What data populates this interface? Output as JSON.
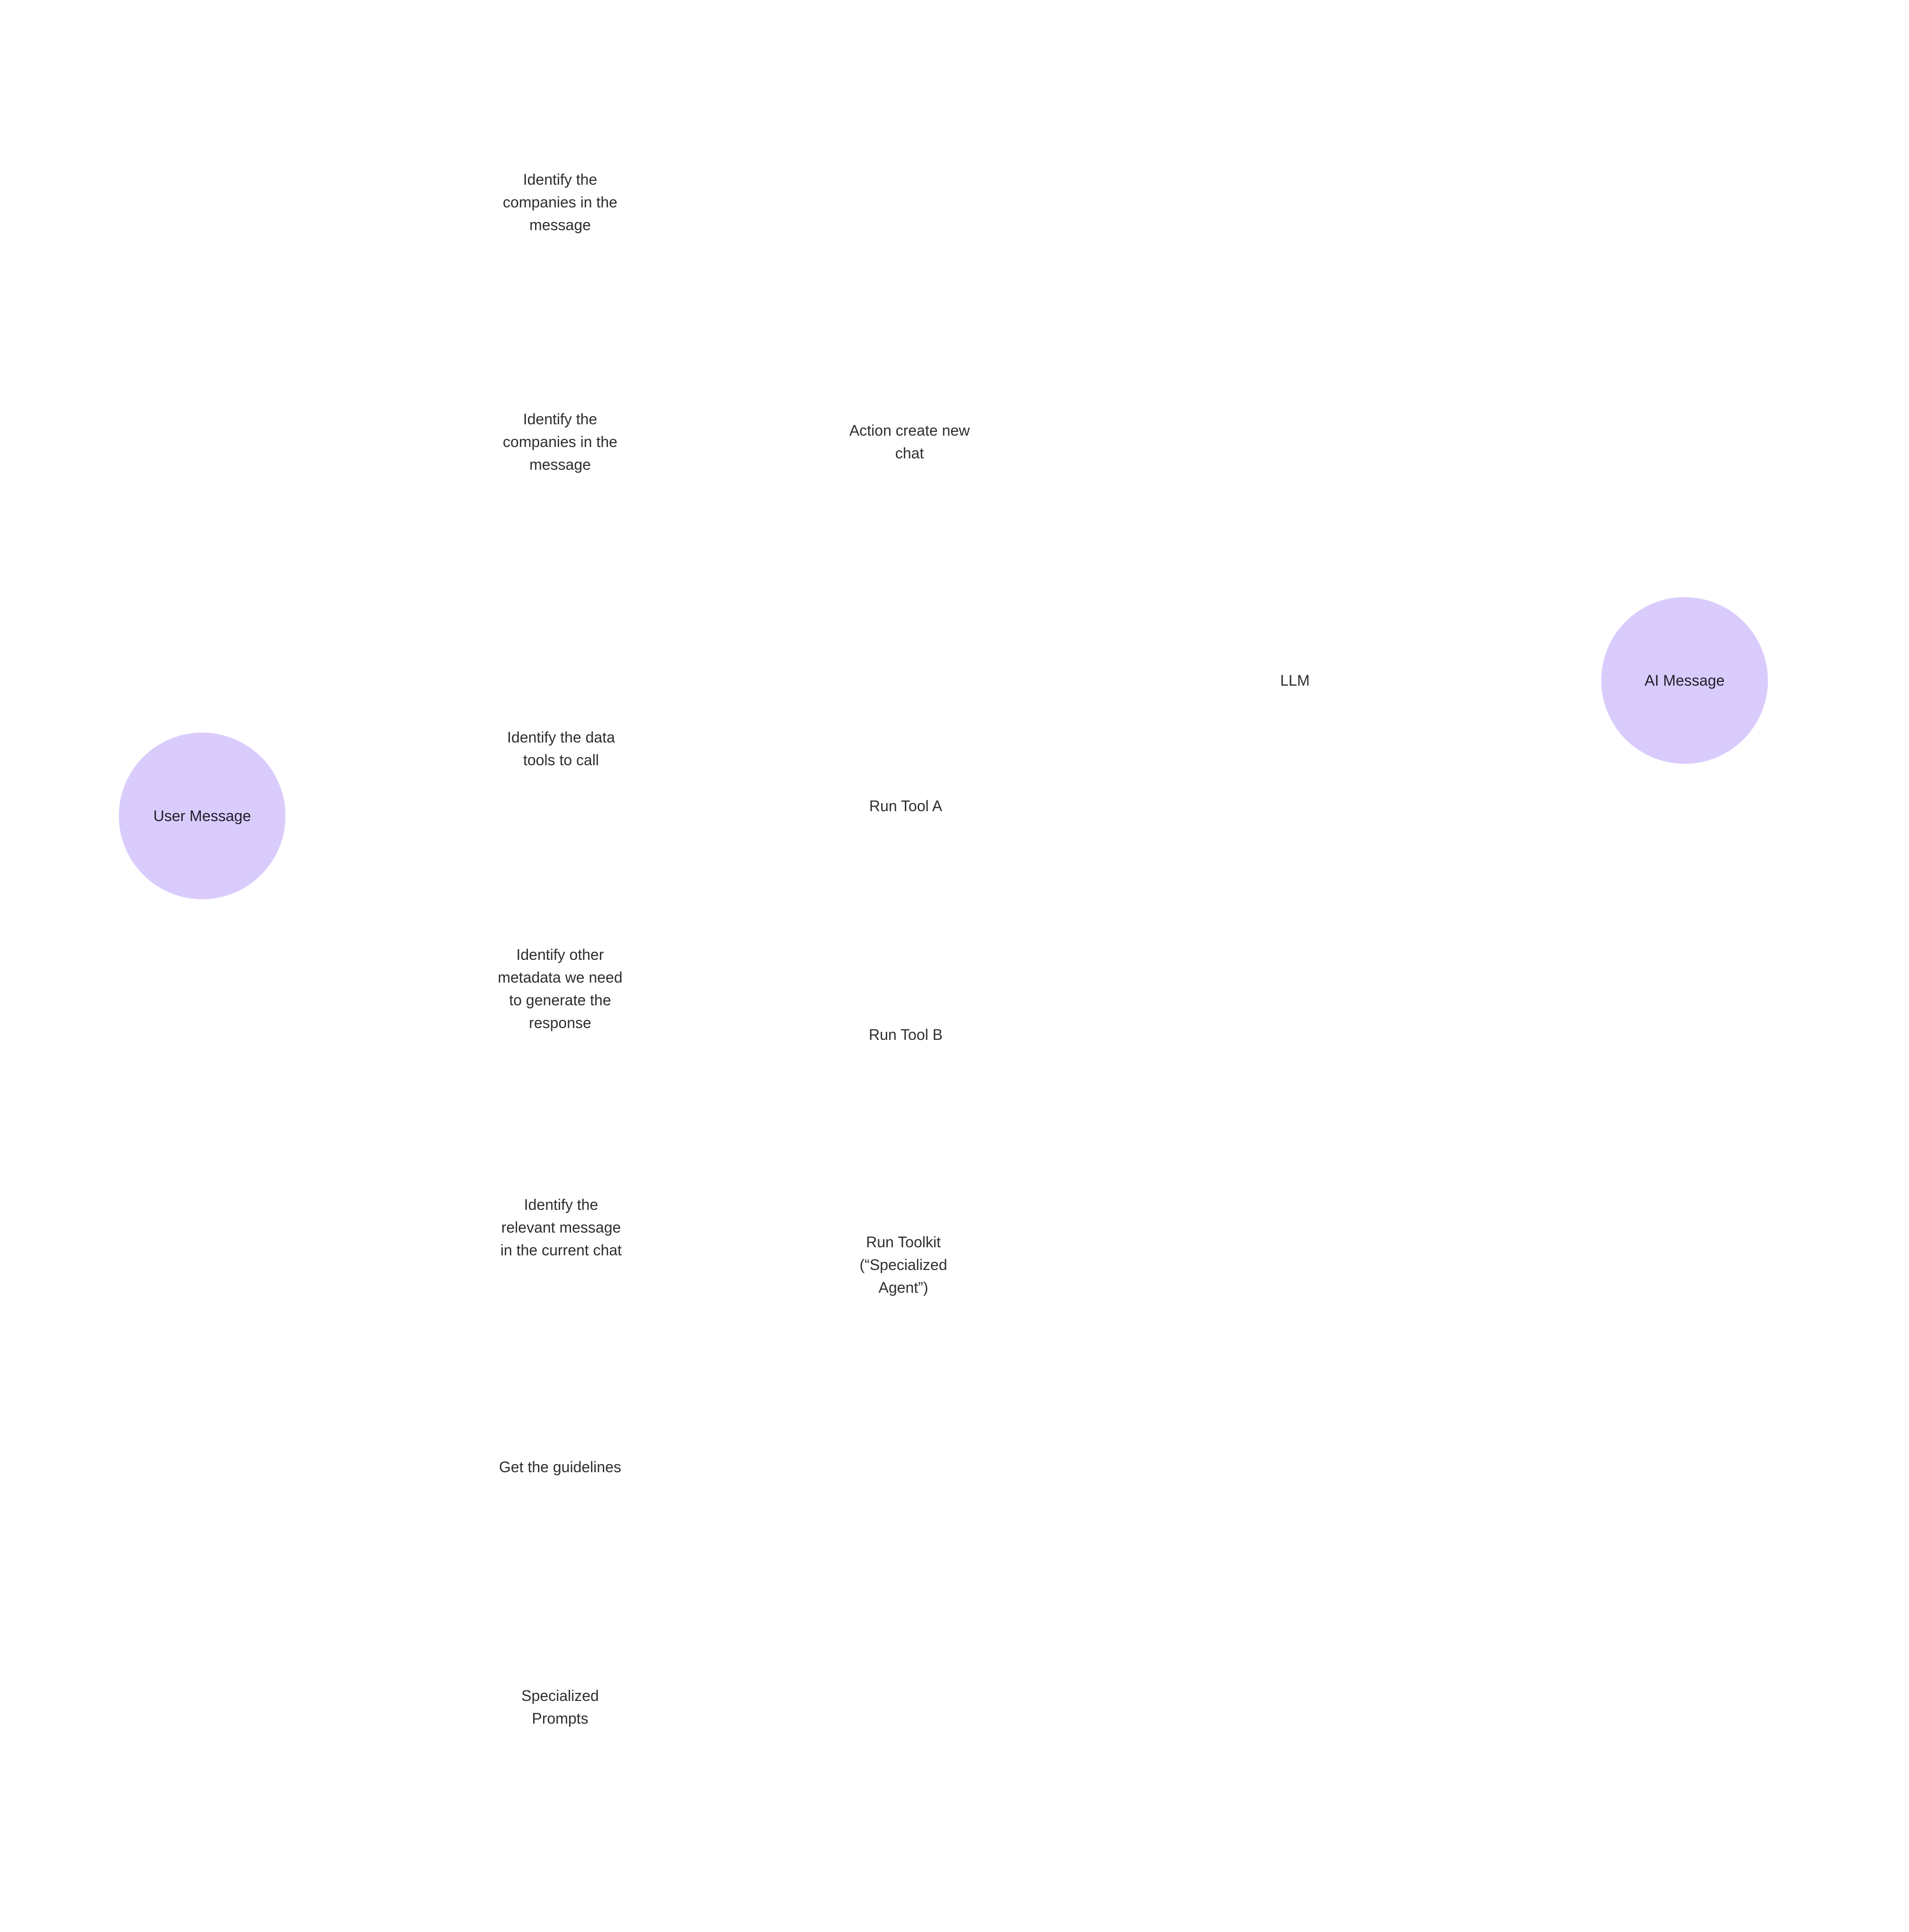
{
  "diagram": {
    "start_node": {
      "label": "User Message",
      "fill": "#d9ccfc"
    },
    "end_node": {
      "label": "AI Message",
      "fill": "#d9ccfc"
    },
    "llm_node": {
      "label": "LLM"
    },
    "analysis_steps": [
      {
        "label": "Identify the\ncompanies in the\nmessage"
      },
      {
        "label": "Identify the\ncompanies in the\nmessage"
      },
      {
        "label": "Identify the data\ntools to call"
      },
      {
        "label": "Identify other\nmetadata we need\nto generate the\nresponse"
      },
      {
        "label": "Identify the\nrelevant message\nin the current chat"
      },
      {
        "label": "Get the guidelines"
      },
      {
        "label": "Specialized\nPrompts"
      }
    ],
    "action_steps": [
      {
        "label": "Action create new\nchat"
      },
      {
        "label": "Run Tool A"
      },
      {
        "label": "Run Tool B"
      },
      {
        "label": "Run Toolkit\n(“Specialized\nAgent”)"
      }
    ]
  }
}
